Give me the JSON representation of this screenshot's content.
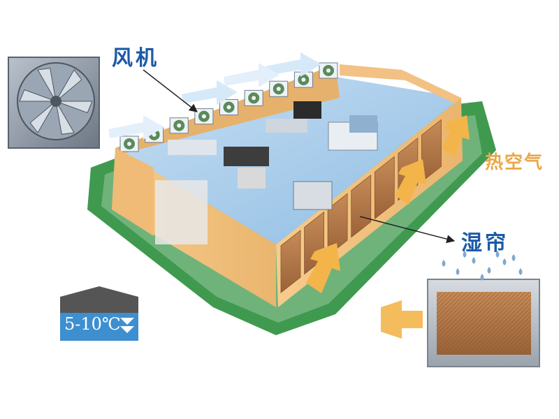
{
  "labels": {
    "fan": "风机",
    "hot_air": "热空气",
    "wet_curtain": "湿帘",
    "temperature": "5-10℃"
  },
  "colors": {
    "label_blue": "#1c5aa8",
    "label_orange": "#e8a84a",
    "floor_blue": "#a9cdea",
    "wall_tan": "#f4c27d",
    "pad_brown": "#b3774a",
    "ground_green": "#3f9a4f",
    "arrow_orange": "#f3b54a",
    "airflow_blue": "#d6e9f8",
    "badge_gray": "#555555",
    "badge_blue": "#3d8fd0"
  },
  "icons": [
    "exhaust-fan-icon",
    "evaporative-cooling-pad-icon",
    "water-droplets-icon",
    "temperature-badge-icon"
  ]
}
